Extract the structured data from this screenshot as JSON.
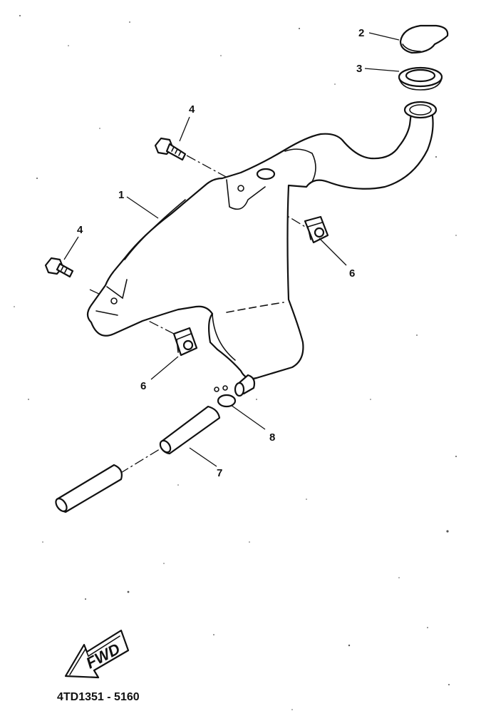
{
  "callouts": {
    "tank": "1",
    "cap": "2",
    "gasket": "3",
    "bolt_upper": "4",
    "bolt_lower": "4",
    "nut_upper": "6",
    "nut_lower": "6",
    "hose": "7",
    "clip": "8"
  },
  "fwd_label": "FWD",
  "part_code": "4TD1351 - 5160"
}
